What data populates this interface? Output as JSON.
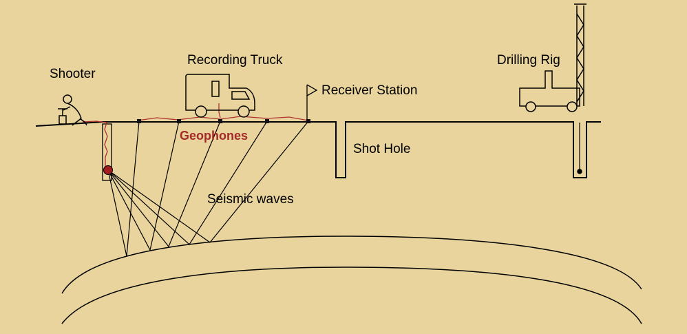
{
  "diagram": {
    "labels": {
      "shooter": "Shooter",
      "recording_truck": "Recording Truck",
      "receiver_station": "Receiver Station",
      "drilling_rig": "Drilling Rig",
      "geophones": "Geophones",
      "shot_hole": "Shot Hole",
      "seismic_waves": "Seismic waves"
    },
    "colors": {
      "background": "#E8D49C",
      "line": "#000000",
      "cable": "#B03030",
      "charge": "#A01E1E",
      "geophone_label": "#A52A2A"
    }
  }
}
